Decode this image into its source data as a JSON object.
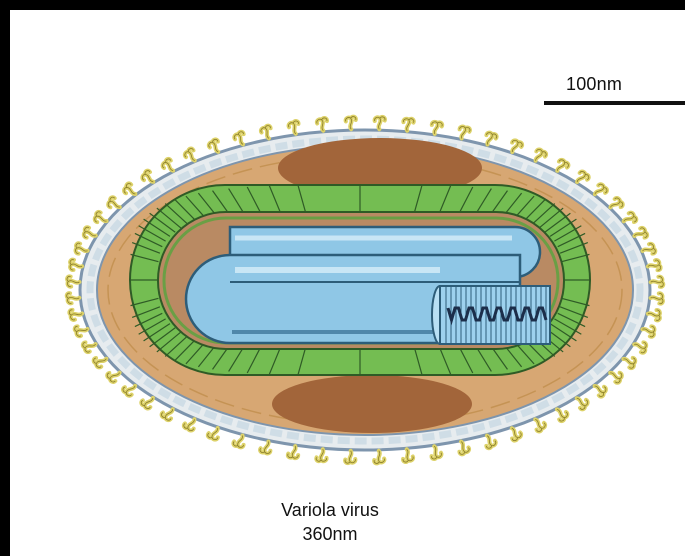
{
  "scale": {
    "label": "100nm"
  },
  "caption": {
    "name": "Variola virus",
    "size": "360nm"
  },
  "colors": {
    "frame": "#000000",
    "envelope_outer": "#7e95ad",
    "envelope_dash": "#cfdde6",
    "lateral_body": "#a2653a",
    "tegument": "#d7a773",
    "core_wall": "#74bd52",
    "core_wall_segments": "#2f5b26",
    "core_interior": "#b98a63",
    "nucleocapsid": "#8fc7e6",
    "nucleocapsid_dark": "#2d5d79",
    "spike": "#ddd26a"
  },
  "icons": [
    "virion-diagram",
    "surface-spike-icon",
    "dna-coil-icon"
  ]
}
